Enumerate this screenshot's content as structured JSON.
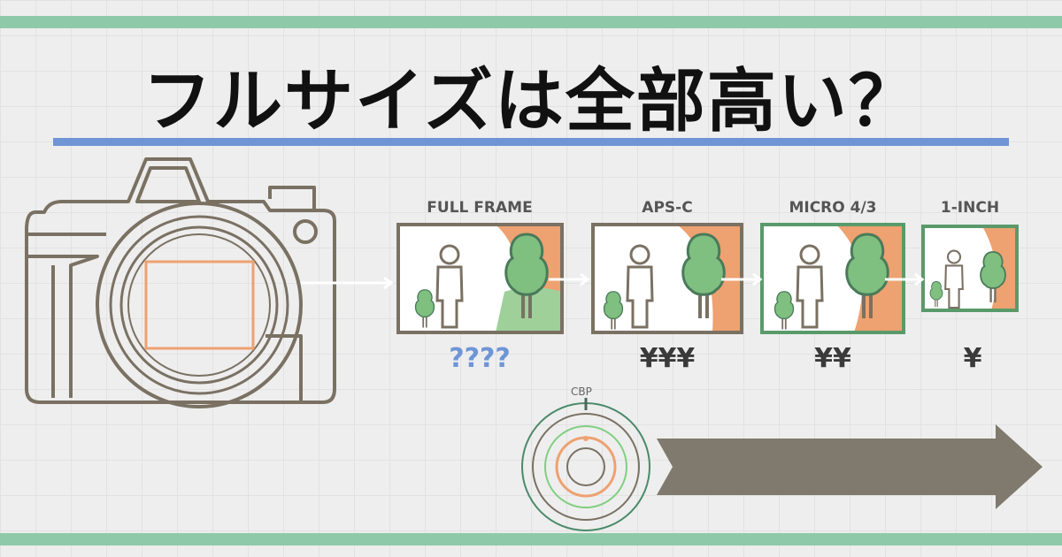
{
  "title": "フルサイズは全部高い？",
  "sensors": [
    {
      "label": "FULL FRAME",
      "price": "????",
      "price_color": "#6f95d6"
    },
    {
      "label": "APS-C",
      "price": "¥¥¥",
      "price_color": "#3a3a3a"
    },
    {
      "label": "MICRO 4/3",
      "price": "¥¥",
      "price_color": "#3a3a3a"
    },
    {
      "label": "1-INCH",
      "price": "¥",
      "price_color": "#3a3a3a"
    }
  ],
  "cbp_label": "CBP",
  "colors": {
    "green_bar": "#8ecaa9",
    "blue_line": "#6f95d6",
    "outline": "#7a7163",
    "orange": "#eea171",
    "tree": "#7fbf80"
  }
}
